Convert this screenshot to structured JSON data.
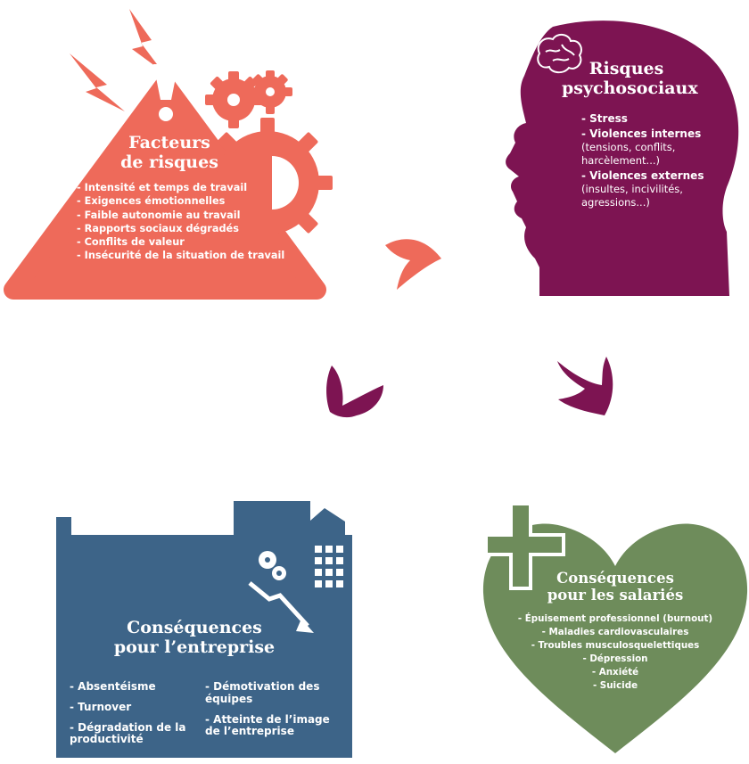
{
  "colors": {
    "facteurs": "#ee6a5a",
    "risques": "#7d1452",
    "entreprise": "#3d6488",
    "salaries": "#6e8c5b",
    "arrow_orange": "#ee6a5a",
    "arrow_purple": "#7d1452"
  },
  "facteurs": {
    "title_line1": "Facteurs",
    "title_line2": "de risques",
    "items": [
      "- Intensité et temps de travail",
      "- Exigences émotionnelles",
      "- Faible autonomie au travail",
      "- Rapports sociaux dégradés",
      "- Conflits de valeur",
      "- Insécurité de la situation de travail"
    ]
  },
  "risques": {
    "title_line1": "Risques",
    "title_line2": "psychosociaux",
    "items": [
      {
        "label": "- Stress"
      },
      {
        "label": "- Violences internes",
        "detail": "(tensions, conflits, harcèlement...)"
      },
      {
        "label": "- Violences externes",
        "detail": "(insultes, incivilités, agressions...)"
      }
    ]
  },
  "entreprise": {
    "title_line1": "Conséquences",
    "title_line2": "pour l’entreprise",
    "col1": [
      "- Absentéisme",
      "- Turnover",
      "- Dégradation de la productivité"
    ],
    "col2": [
      "- Démotivation des équipes",
      "- Atteinte de l’image de l’entreprise"
    ]
  },
  "salaries": {
    "title_line1": "Conséquences",
    "title_line2": "pour les salariés",
    "items": [
      "- Épuisement professionnel (burnout)",
      "- Maladies cardiovasculaires",
      "- Troubles musculosquelettiques",
      "- Dépression",
      "- Anxiété",
      "- Suicide"
    ]
  },
  "icons": [
    "lightning-icon",
    "exclamation-icon",
    "gears-icon",
    "brain-icon",
    "head-icon",
    "factory-icon",
    "decline-arrow-icon",
    "cross-icon",
    "heart-icon"
  ]
}
